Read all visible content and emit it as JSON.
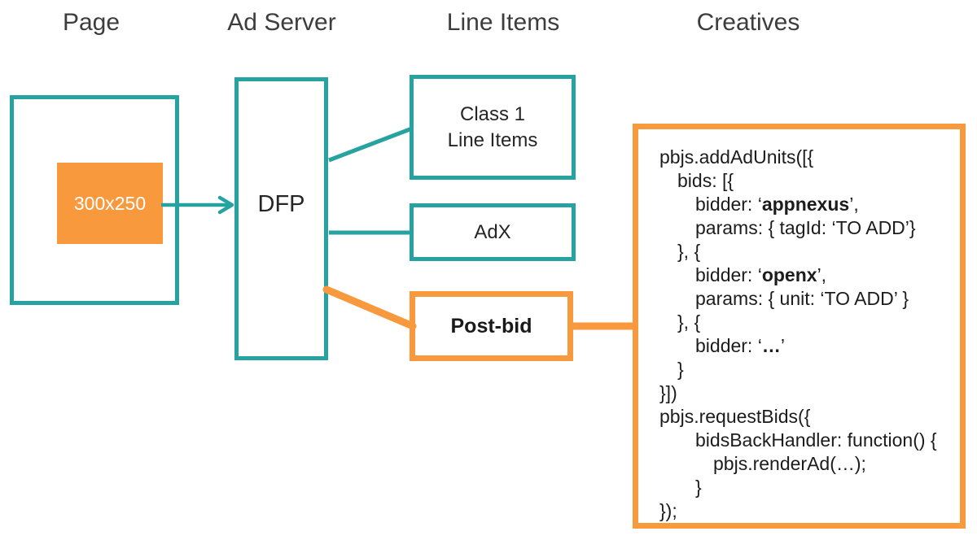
{
  "colors": {
    "teal": "#26A3A0",
    "orange": "#F8993D",
    "header_text": "#3D3D3D",
    "code_text": "#1C1C1C",
    "slot_label_text": "#FFFFFF"
  },
  "headers": {
    "page": "Page",
    "ad_server": "Ad Server",
    "line_items": "Line Items",
    "creatives": "Creatives"
  },
  "nodes": {
    "ad_slot": {
      "label": "300x250"
    },
    "dfp": {
      "label": "DFP"
    },
    "class1_line_items": {
      "label": [
        "Class 1",
        "Line Items"
      ]
    },
    "adx": {
      "label": "AdX"
    },
    "post_bid": {
      "label": "Post-bid"
    }
  },
  "code": {
    "lines": [
      {
        "indent": 0,
        "segments": [
          {
            "text": "pbjs.addAdUnits([{",
            "bold": false
          }
        ]
      },
      {
        "indent": 1,
        "segments": [
          {
            "text": "bids: [{",
            "bold": false
          }
        ]
      },
      {
        "indent": 2,
        "segments": [
          {
            "text": "bidder: ‘",
            "bold": false
          },
          {
            "text": "appnexus",
            "bold": true
          },
          {
            "text": "’,",
            "bold": false
          }
        ]
      },
      {
        "indent": 2,
        "segments": [
          {
            "text": "params: { tagId: ‘TO ADD’}",
            "bold": false
          }
        ]
      },
      {
        "indent": 1,
        "segments": [
          {
            "text": "}, {",
            "bold": false
          }
        ]
      },
      {
        "indent": 2,
        "segments": [
          {
            "text": "bidder: ‘",
            "bold": false
          },
          {
            "text": "openx",
            "bold": true
          },
          {
            "text": "’,",
            "bold": false
          }
        ]
      },
      {
        "indent": 2,
        "segments": [
          {
            "text": "params: { unit: ‘TO ADD’ }",
            "bold": false
          }
        ]
      },
      {
        "indent": 1,
        "segments": [
          {
            "text": "}, {",
            "bold": false
          }
        ]
      },
      {
        "indent": 2,
        "segments": [
          {
            "text": "bidder: ‘",
            "bold": false
          },
          {
            "text": "…",
            "bold": true
          },
          {
            "text": "’",
            "bold": false
          }
        ]
      },
      {
        "indent": 1,
        "segments": [
          {
            "text": "}",
            "bold": false
          }
        ]
      },
      {
        "indent": 0,
        "segments": [
          {
            "text": "}])",
            "bold": false
          }
        ]
      },
      {
        "indent": 0,
        "segments": [
          {
            "text": "pbjs.requestBids({",
            "bold": false
          }
        ]
      },
      {
        "indent": 2,
        "segments": [
          {
            "text": "bidsBackHandler: function() {",
            "bold": false
          }
        ]
      },
      {
        "indent": 3,
        "segments": [
          {
            "text": "pbjs.renderAd(…);",
            "bold": false
          }
        ]
      },
      {
        "indent": 2,
        "segments": [
          {
            "text": "}",
            "bold": false
          }
        ]
      },
      {
        "indent": 0,
        "segments": [
          {
            "text": "});",
            "bold": false
          }
        ]
      }
    ]
  }
}
